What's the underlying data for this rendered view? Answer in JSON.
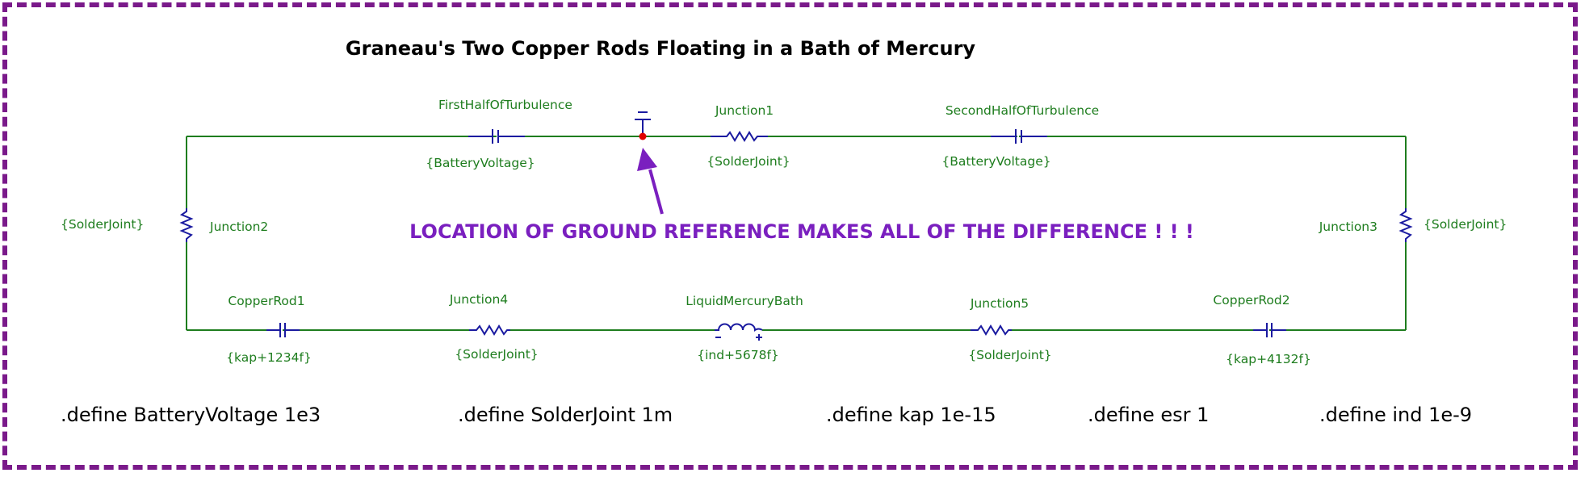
{
  "title": "Graneau's Two Copper Rods Floating in a Bath of Mercury",
  "annotation": "LOCATION OF GROUND REFERENCE MAKES ALL OF THE DIFFERENCE ! ! !",
  "components": {
    "first_half_turbulence": {
      "name": "FirstHalfOfTurbulence",
      "value": "{BatteryVoltage}"
    },
    "junction1": {
      "name": "Junction1",
      "value": "{SolderJoint}"
    },
    "second_half_turbulence": {
      "name": "SecondHalfOfTurbulence",
      "value": "{BatteryVoltage}"
    },
    "junction2": {
      "name": "Junction2",
      "value": "{SolderJoint}"
    },
    "junction3": {
      "name": "Junction3",
      "value": "{SolderJoint}"
    },
    "copper_rod1": {
      "name": "CopperRod1",
      "value": "{kap+1234f}"
    },
    "junction4": {
      "name": "Junction4",
      "value": "{SolderJoint}"
    },
    "liquid_mercury_bath": {
      "name": "LiquidMercuryBath",
      "value": "{ind+5678f}"
    },
    "junction5": {
      "name": "Junction5",
      "value": "{SolderJoint}"
    },
    "copper_rod2": {
      "name": "CopperRod2",
      "value": "{kap+4132f}"
    }
  },
  "defines": [
    ".define BatteryVoltage 1e3",
    ".define SolderJoint 1m",
    ".define kap 1e-15",
    ".define esr 1",
    ".define ind 1e-9"
  ],
  "colors": {
    "border": "#7a1a8a",
    "wire": "#1e7d1e",
    "component": "#1a1aa0",
    "annotation": "#7a1fbf",
    "ground_node": "#e00000"
  }
}
